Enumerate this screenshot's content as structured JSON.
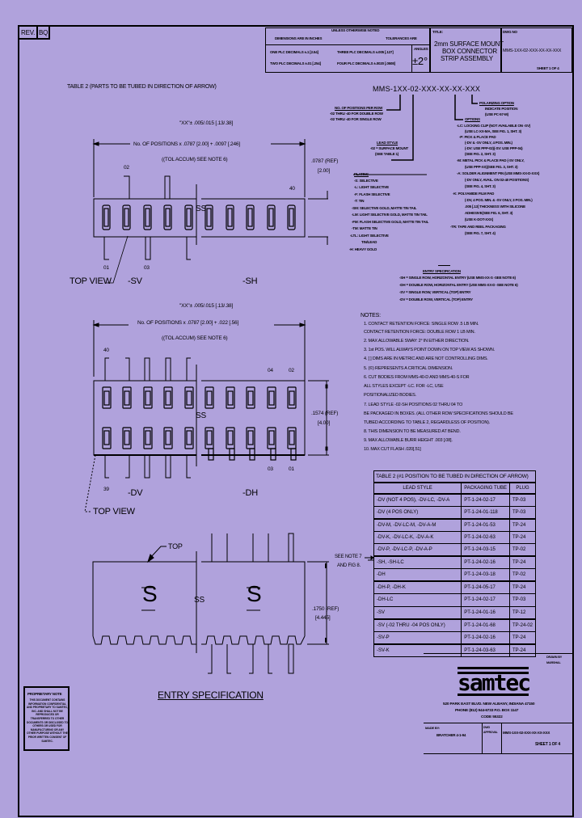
{
  "revision": {
    "label": "REV.",
    "value": "BQ"
  },
  "tolerance_block": {
    "header": "UNLESS OTHERWISE NOTED",
    "dims_label": "DIMENSIONS ARE IN INCHES",
    "tol_label": "TOLERANCES ARE",
    "one_place": "ONE PLC DECIMALS ±.1 [2.54]",
    "two_place": "TWO PLC DECIMALS ±.01 [.254]",
    "three_place": "THREE PLC DECIMALS ±.005 [.127]",
    "four_place": "FOUR PLC DECIMALS ±.0020 [.0508]",
    "angles_label": "ANGLES",
    "angles_value": "±2°"
  },
  "title_block": {
    "title_label": "TITLE:",
    "title_lines": [
      "2mm SURFACE MOUNT",
      "BOX CONNECTOR",
      "STRIP ASSEMBLY"
    ],
    "dwg_label": "DWG NO",
    "dwg_no": "MMS-1XX-02-XXX-XX-XX-XXX",
    "sheet": "SHEET 1 OF 4"
  },
  "table2_heading": "TABLE 2 (PARTS TO BE TUBED IN DIRECTION OF ARROW)",
  "part_number": {
    "code": "MMS-1XX-02-XXX-XX-XX-XXX",
    "positions": {
      "title": "NO. OF POSITIONS PER ROW",
      "lines": [
        "-02 THRU -40 FOR DOUBLE ROW",
        "-02 THRU -40 FOR SINGLE ROW"
      ]
    },
    "lead_style": {
      "title": "LEAD STYLE",
      "lines": [
        "-02 = SURFACE MOUNT",
        "(SEE TABLE 1)"
      ]
    },
    "plating": {
      "title": "PLATING",
      "lines": [
        "-S: SELECTIVE",
        "-L: LIGHT SELECTIVE",
        "-F: FLASH SELECTIVE",
        "-T: TIN",
        "-SM: SELECTIVE GOLD, MATTE TIN TAIL",
        "-LM: LIGHT SELECTIVE GOLD, MATTE TIN TAIL",
        "-FM: FLASH SELECTIVE GOLD, MATTE TIN TAIL",
        "-TM: MATTE TIN",
        "-LTL: LIGHT SELECTIVE",
        "TIN/LEAD",
        "-H: HEAVY GOLD"
      ]
    },
    "polarizing": {
      "title": "POLARIZING OPTION",
      "lines": [
        "INDICATE POSITION",
        "(USE PC-57-M)"
      ]
    },
    "options": {
      "title": "OPTIONS",
      "lines": [
        "-LC: LOCKING CLIP (NOT AVAILABLE ON -SV)",
        "(USE LC-XX-MA, SEE FIG. 1, SHT. 3)",
        "-P: PICK & PLACE PAD",
        "(-DV & -SV ONLY, 4 POS. MIN.)",
        "(-DV: USE PPP-02)(-SV: USE PPP-04)",
        "(SEE FIG. 2, SHT. 3)",
        "-M: METAL PICK & PLACE PAD (-SV ONLY,",
        "(USE PPP-XX)(SEE FIG. 3, SHT. 3)",
        "-A: SOLDER ALIGNMENT PIN (USE MMS-XX-D-XXX)",
        "(-DV ONLY, AVAIL. ON 02-40 POSITIONS)",
        "(SEE FIG. 4, SHT. 3)",
        "-K: POLYAMIDE FILM PAD",
        "(-DV, 4 POS. MIN. & -SV ONLY, 3 POS. MIN.)",
        ".005 [.13] THICKNESS WITH SILICONE",
        "ADHESIVE(SEE FIG. 6, SHT. 3)",
        "(USE K-DOT-XXX)",
        "-TR: TAPE AND REEL PACKAGING",
        "(SEE FIG. 7, SHT. 4)"
      ]
    },
    "entry": {
      "title": "ENTRY SPECIFICATION",
      "lines": [
        "-SH = SINGLE ROW, HORIZONTAL ENTRY (USE MMS-XX-S -SEE NOTE 6)",
        "-DH = DOUBLE ROW, HORIZONTAL ENTRY (USE MMS-XX-D -SEE NOTE 6)",
        "-SV = SINGLE ROW, VERTICAL (TOP) ENTRY",
        "-DV = DOUBLE ROW, VERTICAL (TOP) ENTRY"
      ]
    }
  },
  "notes": {
    "title": "NOTES:",
    "items": [
      "1. CONTACT RETENTION FORCE: SINGLE ROW .5 LB MIN.",
      "   CONTACT RETENTION FORCE: DOUBLE ROW 1 LB MIN.",
      "2. MAX ALLOWABLE SWAY: 2° IN EITHER DIRECTION.",
      "3. 1st POS. WILL ALWAYS POINT DOWN ON TOP VIEW AS SHOWN.",
      "4. [   ] DIMS ARE IN METRIC AND ARE NOT CONTROLLING DIMS.",
      "5. (©) REPRESENTS A CRITICAL DIMENSION.",
      "6. CUT BODIES FROM MMS-40-D AND MMS-40-S FOR",
      "   ALL STYLES EXCEPT -LC.  FOR -LC, USE",
      "   POSITIONALIZED BODIES.",
      "7. LEAD STYLE -02-SH POSITIONS 02 THRU 04 TO",
      "   BE PACKAGED IN BOXES. (ALL OTHER ROW SPECIFICATIONS SHOULD BE",
      "   TUBED ACCORDING TO TABLE 2, REGARDLESS OF POSITION).",
      "8. THIS DIMENSION TO BE MEASURED AT BEND.",
      "9. MAX ALLOWABLE BURR HEIGHT .003 [.08].",
      "10. MAX CUT FLASH .020[.51]"
    ]
  },
  "table2": {
    "title": "TABLE 2 (#1 POSITION TO BE TUBED IN DIRECTION OF ARROW)",
    "headers": [
      "LEAD STYLE",
      "PACKAGING TUBE",
      "PLUG"
    ],
    "rows": [
      [
        "-DV (NOT 4 POS), -DV-LC, -DV-A",
        "PT-1-24-02-17",
        "TP-03"
      ],
      [
        "-DV (4 POS ONLY)",
        "PT-1-24-01-118",
        "TP-03"
      ],
      [
        "-DV-M, -DV-LC-M, -DV-A-M",
        "PT-1-24-01-53",
        "TP-24"
      ],
      [
        "-DV-K, -DV-LC-K, -DV-A-K",
        "PT-1-24-02-63",
        "TP-24"
      ],
      [
        "-DV-P, -DV-LC-P, -DV-A-P",
        "PT-1-24-03-15",
        "TP-02"
      ],
      [
        "-SH, -SH-LC",
        "PT-1-24-02-16",
        "TP-24"
      ],
      [
        "-DH",
        "PT-1-24-03-18",
        "TP-02"
      ],
      [
        "-DH-P, -DH-K",
        "PT-1-24-05-17",
        "TP-24"
      ],
      [
        "-DH-LC",
        "PT-1-24-02-17",
        "TP-03"
      ],
      [
        "-SV",
        "PT-1-24-01-16",
        "TP-12"
      ],
      [
        "-SV (-02 THRU -04 POS ONLY)",
        "PT-1-24-01-68",
        "TP-24-02"
      ],
      [
        "-SV-P",
        "PT-1-24-02-16",
        "TP-24"
      ],
      [
        "-SV-K",
        "PT-1-24-03-63",
        "TP-24"
      ]
    ]
  },
  "drawing1": {
    "tol": "\"XX\"± .005/.015 [.13/.38]",
    "dim": "No. OF POSITIONS x .0787 [2.00] + .0097 [.246]",
    "note": "((TOL ACCUM) SEE NOTE 6)",
    "ref": ".0787 (REF)",
    "ref_mm": "[2.00]",
    "labels": {
      "p02": "02",
      "p40": "40",
      "p01": "01",
      "p03": "03"
    },
    "top_view": "TOP VIEW",
    "sv": "-SV",
    "sh": "-SH"
  },
  "drawing2": {
    "tol": "\"XX\"± .005/.015 [.13/.38]",
    "dim": "No. OF POSITIONS x .0787 [2.00] + .022 [.56]",
    "note": "((TOL ACCUM) SEE NOTE 6)",
    "ref": ".1574 (REF)",
    "ref_mm": "[4.00]",
    "labels": {
      "p40": "40",
      "p39": "39",
      "p04": "04",
      "p02": "02",
      "p03": "03",
      "p01": "01"
    },
    "top_view": "TOP VIEW",
    "dv": "-DV",
    "dh": "-DH"
  },
  "drawing3": {
    "top": "TOP",
    "see_note": "SEE NOTE 7",
    "and_fig": "AND FIG 8.",
    "ref": ".1750 (REF)",
    "ref_mm": "[4.445]",
    "caption": "ENTRY SPECIFICATION",
    "glyph": "S"
  },
  "break_mark": "SS",
  "proprietary": {
    "title": "PROPRIETARY NOTE",
    "body": "THIS DOCUMENT CONTAINS INFORMATION CONFIDENTIAL AND PROPRIETARY TO SAMTEC, INC. AND SHALL NOT BE REPRODUCED OR TRANSFERRED TO OTHER DOCUMENTS OR DISCLOSED TO OTHERS OR USED FOR MANUFACTURING OR ANY OTHER PURPOSE WITHOUT THE PRIOR WRITTEN CONSENT OF SAMTEC."
  },
  "company": {
    "logo": "samtec",
    "address": "520 PARK EAST BLVD.  NEW ALBANY, INDIANA 47150",
    "phone": "PHONE (812) 944-6733  P.O. BOX 1147",
    "code": "CODE 55322",
    "drawn_label": "DRAWN BY",
    "drawn_value": "MARSHAL",
    "made_by_label": "MADE BY:",
    "made_by_value": "BRATCHER 4-1-94",
    "approval_label": "DWG APPROVAL",
    "dwg_no": "MMS-1XX-02-XXX-XX-XX-XXX",
    "sheet": "SHEET 1 OF 4"
  }
}
